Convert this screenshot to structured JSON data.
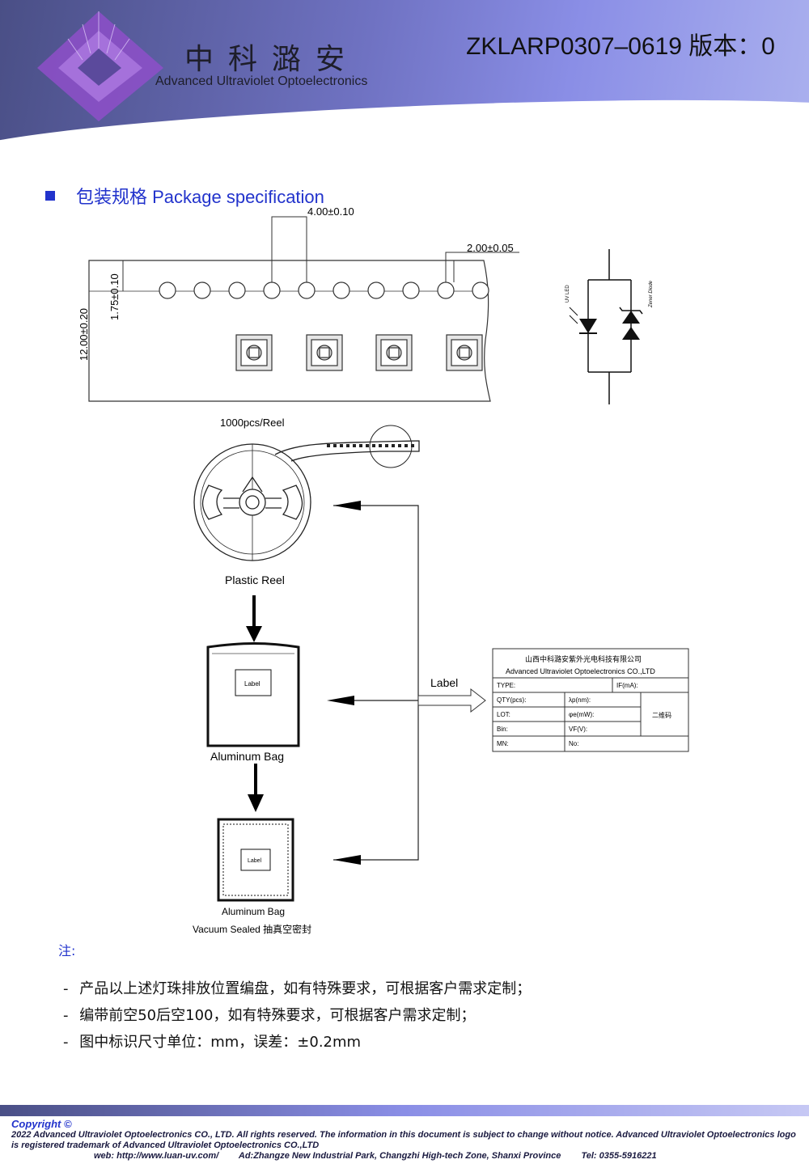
{
  "header": {
    "company_cn": "中科潞安",
    "company_en": "Advanced Ultraviolet Optoelectronics",
    "doc_code": "ZKLARP0307–0619 版本：0"
  },
  "section": {
    "title": "包装规格 Package specification"
  },
  "tape": {
    "dim_pitch": "4.00±0.10",
    "dim_hole": "2.00±0.05",
    "dim_width": "12.00±0.20",
    "dim_edge": "1.75±0.10"
  },
  "circuit": {
    "uv_label": "UV LED",
    "zener_label": "Zener Diode"
  },
  "flow": {
    "reel_count": "1000pcs/Reel",
    "reel_label": "Plastic Reel",
    "bag1_label": "Aluminum Bag",
    "bag1_tag": "Label",
    "bag2_label": "Aluminum Bag",
    "bag2_tag": "Label",
    "vacuum": "Vacuum Sealed 抽真空密封",
    "arrow_label": "Label"
  },
  "label_card": {
    "company_cn": "山西中科潞安紫外光电科技有限公司",
    "company_en": "Advanced Ultraviolet Optoelectronics CO.,LTD",
    "type": "TYPE:",
    "if": "IF(mA):",
    "qty": "QTY(pcs):",
    "lp": "λp(nm):",
    "qr": "二维码",
    "lot": "LOT:",
    "pe": "φe(mW):",
    "bin": "Bin:",
    "vf": "VF(V):",
    "mn": "MN:",
    "no": "No:"
  },
  "notes": {
    "title": "注:",
    "items": [
      "产品以上述灯珠排放位置编盘，如有特殊要求，可根据客户需求定制；",
      "编带前空50后空100，如有特殊要求，可根据客户需求定制；",
      "图中标识尺寸单位：mm，误差：±0.2mm"
    ]
  },
  "footer": {
    "copyright": "Copyright ©",
    "legal": "2022 Advanced Ultraviolet Optoelectronics CO., LTD. All rights reserved. The information in this document is subject to change without notice. Advanced Ultraviolet Optoelectronics logo is registered trademark of Advanced Ultraviolet Optoelectronics CO.,LTD",
    "web": "web: http://www.luan-uv.com/",
    "address": "Ad:Zhangze New Industrial Park, Changzhi High-tech Zone, Shanxi Province",
    "tel": "Tel:  0355-5916221"
  },
  "colors": {
    "accent": "#2233cc",
    "header_dark": "#4a4f86",
    "header_light": "#8a8ee6",
    "logo": "#8e4fc9"
  }
}
